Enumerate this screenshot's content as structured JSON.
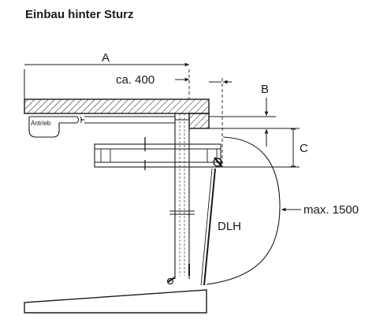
{
  "title": "Einbau hinter Sturz",
  "labels": {
    "a": "A",
    "ca400": "ca. 400",
    "b": "B",
    "c": "C",
    "antrieb": "Antrieb",
    "dlh": "DLH",
    "max1500": "max. 1500"
  },
  "colors": {
    "line": "#1a1a1a",
    "hatch": "#333333",
    "fill": "#ffffff"
  }
}
